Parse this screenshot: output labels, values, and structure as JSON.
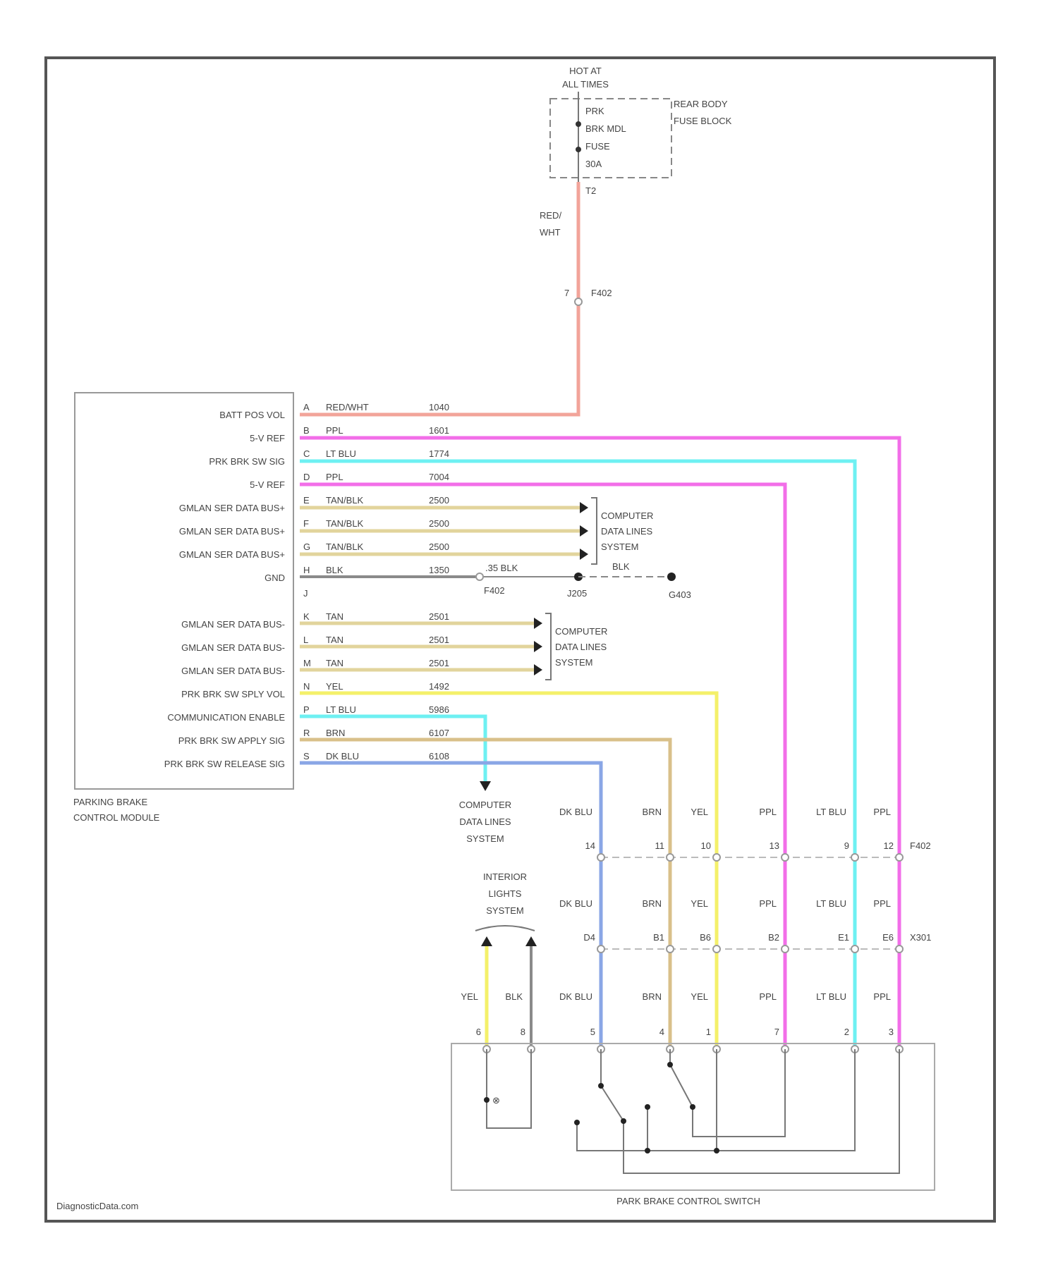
{
  "fuse_block": {
    "hot_label": [
      "HOT AT",
      "ALL TIMES"
    ],
    "fuse_label": [
      "PRK",
      "BRK MDL",
      "FUSE",
      "30A"
    ],
    "block_label": [
      "REAR BODY",
      "FUSE BLOCK"
    ],
    "connector": "T2",
    "wire": [
      "RED/",
      "WHT"
    ]
  },
  "inline_connector_top": {
    "pin": "7",
    "name": "F402"
  },
  "module": {
    "name": [
      "PARKING BRAKE",
      "CONTROL MODULE"
    ],
    "pins": [
      {
        "label": "BATT POS VOL",
        "pin": "A",
        "color": "RED/WHT",
        "circuit": "1040"
      },
      {
        "label": "5-V REF",
        "pin": "B",
        "color": "PPL",
        "circuit": "1601"
      },
      {
        "label": "PRK BRK SW SIG",
        "pin": "C",
        "color": "LT BLU",
        "circuit": "1774"
      },
      {
        "label": "5-V REF",
        "pin": "D",
        "color": "PPL",
        "circuit": "7004"
      },
      {
        "label": "GMLAN SER DATA BUS+",
        "pin": "E",
        "color": "TAN/BLK",
        "circuit": "2500"
      },
      {
        "label": "GMLAN SER DATA BUS+",
        "pin": "F",
        "color": "TAN/BLK",
        "circuit": "2500"
      },
      {
        "label": "GMLAN SER DATA BUS+",
        "pin": "G",
        "color": "TAN/BLK",
        "circuit": "2500"
      },
      {
        "label": "GND",
        "pin": "H",
        "color": "BLK",
        "circuit": "1350"
      },
      {
        "label": "",
        "pin": "J",
        "color": "",
        "circuit": ""
      },
      {
        "label": "GMLAN SER DATA BUS-",
        "pin": "K",
        "color": "TAN",
        "circuit": "2501"
      },
      {
        "label": "GMLAN SER DATA BUS-",
        "pin": "L",
        "color": "TAN",
        "circuit": "2501"
      },
      {
        "label": "GMLAN SER DATA BUS-",
        "pin": "M",
        "color": "TAN",
        "circuit": "2501"
      },
      {
        "label": "PRK BRK SW SPLY VOL",
        "pin": "N",
        "color": "YEL",
        "circuit": "1492"
      },
      {
        "label": "COMMUNICATION ENABLE",
        "pin": "P",
        "color": "LT BLU",
        "circuit": "5986"
      },
      {
        "label": "PRK BRK SW APPLY SIG",
        "pin": "R",
        "color": "BRN",
        "circuit": "6107"
      },
      {
        "label": "PRK BRK SW RELEASE SIG",
        "pin": "S",
        "color": "DK BLU",
        "circuit": "6108"
      }
    ]
  },
  "data_lines_1": [
    "COMPUTER",
    "DATA LINES",
    "SYSTEM"
  ],
  "data_lines_2": [
    "COMPUTER",
    "DATA LINES",
    "SYSTEM"
  ],
  "data_lines_3": [
    "COMPUTER",
    "DATA LINES",
    "SYSTEM"
  ],
  "ground": {
    "wire_1": ".35 BLK",
    "conn": "F402",
    "splice": "J205",
    "wire_2": "BLK",
    "ground": "G403"
  },
  "interior_lights": [
    "INTERIOR",
    "LIGHTS",
    "SYSTEM"
  ],
  "connector_f402": {
    "name": "F402",
    "wires": [
      "DK BLU",
      "BRN",
      "YEL",
      "PPL",
      "LT BLU",
      "PPL"
    ],
    "pins": [
      "14",
      "11",
      "10",
      "13",
      "9",
      "12"
    ]
  },
  "connector_x301": {
    "name": "X301",
    "wires": [
      "DK BLU",
      "BRN",
      "YEL",
      "PPL",
      "LT BLU",
      "PPL"
    ],
    "pins": [
      "D4",
      "B1",
      "B6",
      "B2",
      "E1",
      "E6"
    ]
  },
  "switch": {
    "name": "PARK BRAKE CONTROL SWITCH",
    "wires": [
      "YEL",
      "BLK",
      "DK BLU",
      "BRN",
      "YEL",
      "PPL",
      "LT BLU",
      "PPL"
    ],
    "pins": [
      "6",
      "8",
      "5",
      "4",
      "1",
      "7",
      "2",
      "3"
    ]
  },
  "watermark": "DiagnosticData.com",
  "colors": {
    "red_wht": "#f2a49a",
    "ppl": "#f26ee8",
    "lt_blu": "#6ef0f2",
    "tan": "#e2d49c",
    "yel": "#f4f06a",
    "brn": "#d9c08a",
    "dk_blu": "#8aa6e6",
    "blk": "#8a8a8a",
    "frame": "#555555"
  },
  "icons": [
    "fuse-icon",
    "arrow-connector-icon",
    "ground-icon",
    "bulb-icon",
    "switch-contact-icon"
  ]
}
